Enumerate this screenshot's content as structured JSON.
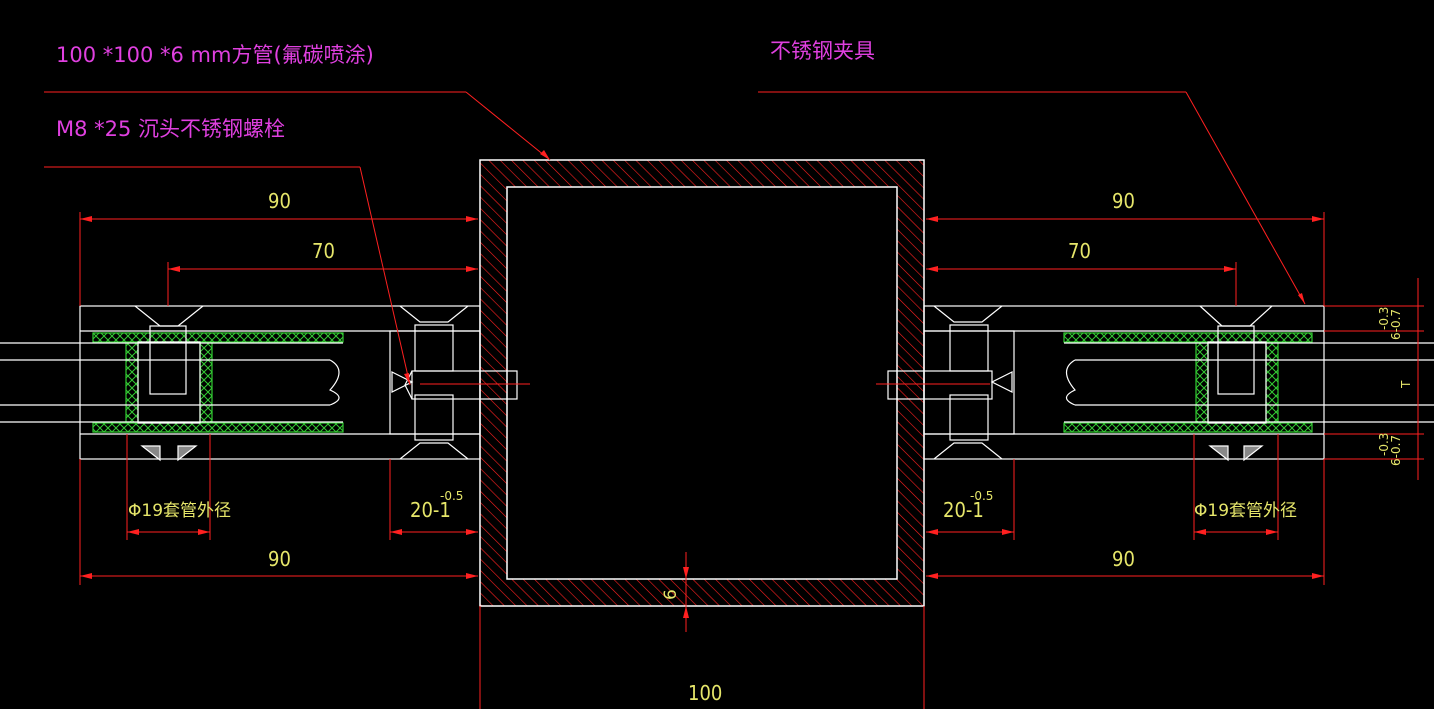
{
  "annotations": {
    "tube_spec": "100 *100 *6 mm方管(氟碳喷涂)",
    "bolt_spec": "M8 *25 沉头不锈钢螺栓",
    "clamp_spec": "不锈钢夹具"
  },
  "dimensions": {
    "left_top_90": "90",
    "left_70": "70",
    "right_top_90": "90",
    "right_70": "70",
    "left_bottom_90": "90",
    "right_bottom_90": "90",
    "left_sleeve": "Φ19套管外径",
    "right_sleeve": "Φ19套管外径",
    "left_20_base": "20-1",
    "left_20_sup": "-0.5",
    "right_20_base": "20-1",
    "right_20_sup": "-0.5",
    "wall_thickness": "6",
    "tube_width": "100",
    "right_tol_top_a": "6-0.7",
    "right_tol_top_b": "-0.3",
    "right_tol_bot_a": "6-0.7",
    "right_tol_bot_b": "-0.3",
    "right_T": "T"
  },
  "colors": {
    "background": "#000000",
    "dimension_line": "#ff2020",
    "annotation_text": "#e040e0",
    "dimension_text": "#e6e66a",
    "outline": "#ffffff",
    "hatch": "#ff2020",
    "gasket": "#33cc33"
  }
}
